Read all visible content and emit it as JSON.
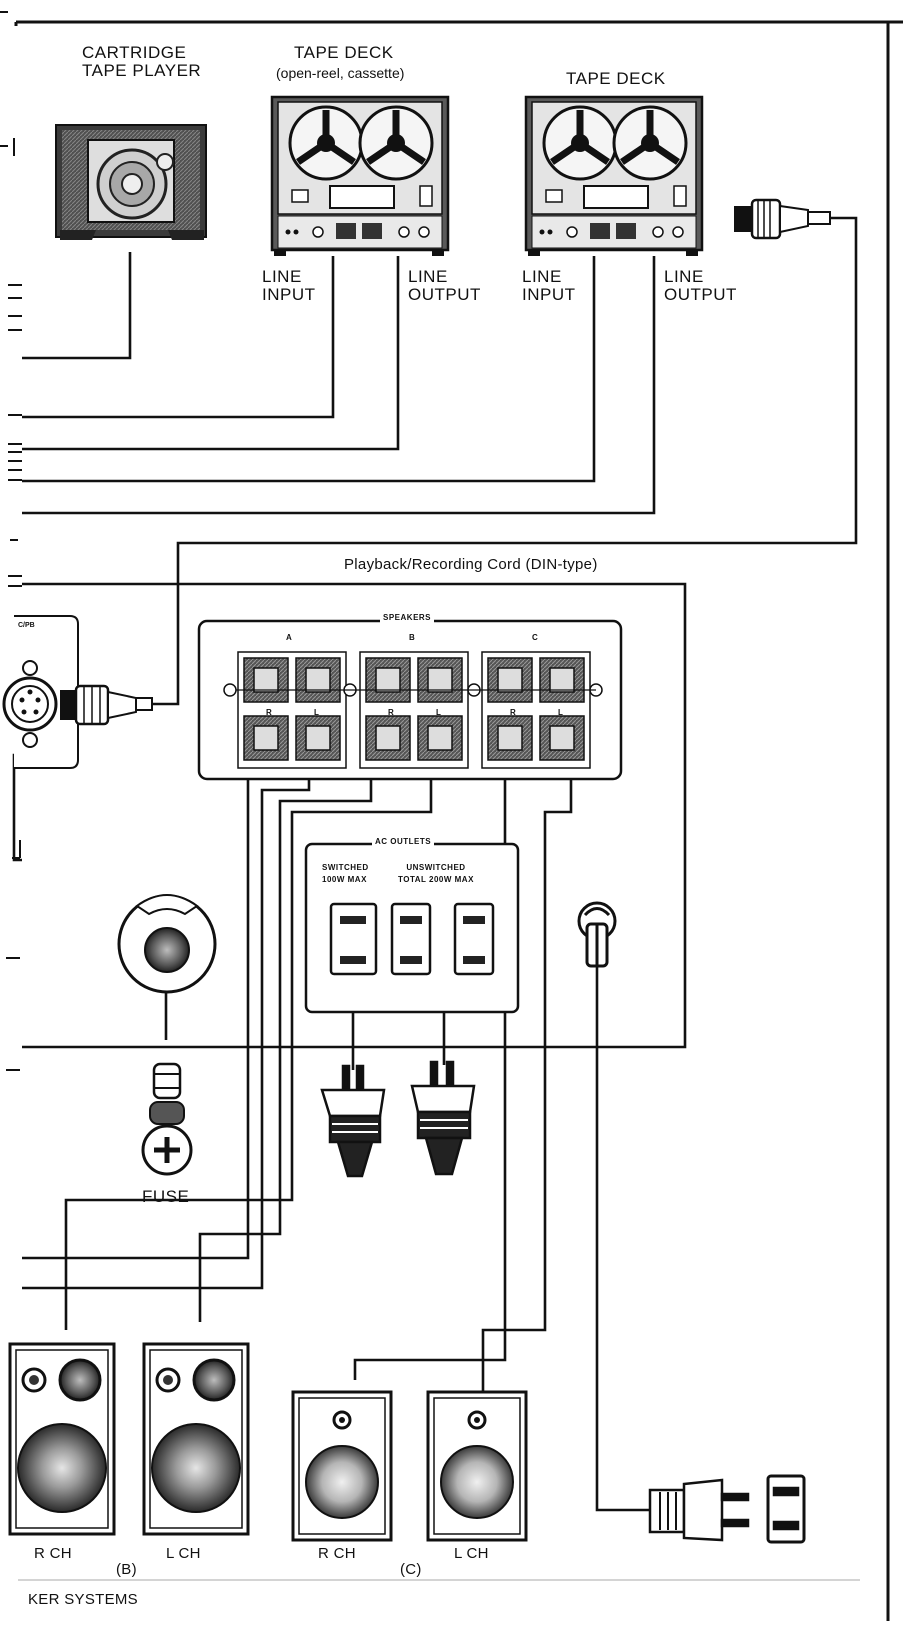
{
  "labels": {
    "cartridge_tape_player": "CARTRIDGE\nTAPE PLAYER",
    "tape_deck_1": "TAPE DECK",
    "tape_deck_1_sub": "(open-reel, cassette)",
    "tape_deck_2": "TAPE DECK",
    "deck1_line_input": "LINE\nINPUT",
    "deck1_line_output": "LINE\nOUTPUT",
    "deck2_line_input": "LINE\nINPUT",
    "deck2_line_output": "LINE\nOUTPUT",
    "din_cord": "Playback/Recording Cord (DIN-type)",
    "rec_pb": "C/PB",
    "speakers": "SPEAKERS",
    "speaker_group_a": "A",
    "speaker_group_b": "B",
    "speaker_group_c": "C",
    "terminal_r": "R",
    "terminal_l": "L",
    "ac_outlets": "AC OUTLETS",
    "switched": "SWITCHED\n100W MAX",
    "unswitched": "UNSWITCHED\nTOTAL 200W MAX",
    "fuse": "FUSE",
    "spk_b_r": "R CH",
    "spk_b_l": "L CH",
    "spk_c_r": "R CH",
    "spk_c_l": "L CH",
    "group_b": "(B)",
    "group_c": "(C)",
    "speaker_systems": "KER SYSTEMS"
  }
}
